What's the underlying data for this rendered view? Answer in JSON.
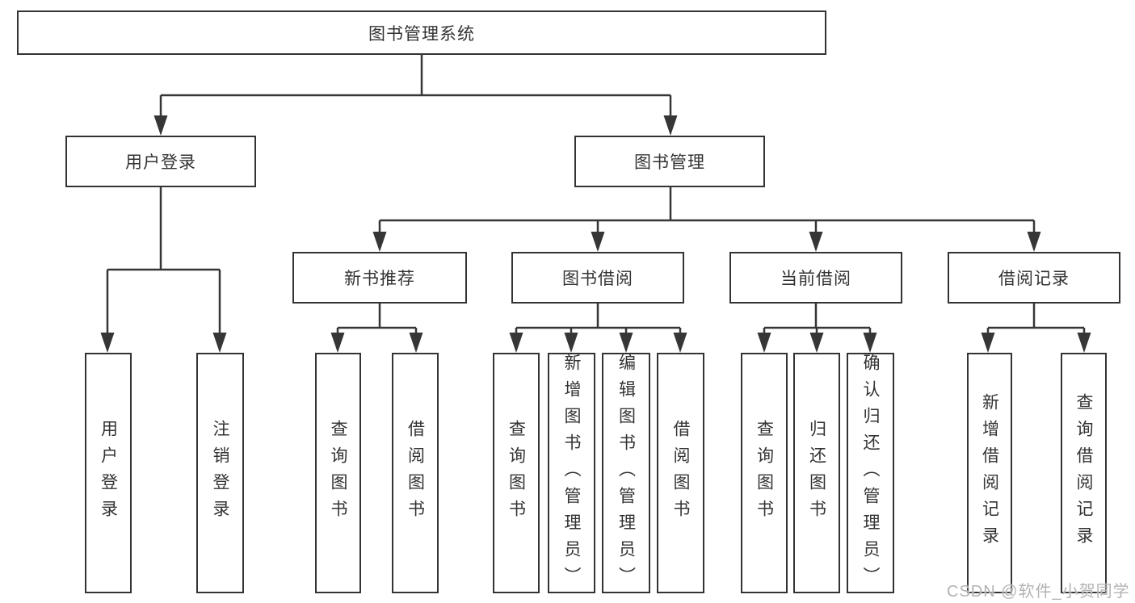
{
  "tree": {
    "root": "图书管理系统",
    "level2": [
      "用户登录",
      "图书管理"
    ],
    "level3": [
      "新书推荐",
      "图书借阅",
      "当前借阅",
      "借阅记录"
    ],
    "leaves": [
      "用户登录",
      "注销登录",
      "查询图书",
      "借阅图书",
      "查询图书",
      "新增图书（管理员）",
      "编辑图书（管理员）",
      "借阅图书",
      "查询图书",
      "归还图书",
      "确认归还（管理员）",
      "新增借阅记录",
      "查询借阅记录"
    ]
  },
  "watermark": "CSDN @软件_小贺同学",
  "colors": {
    "line": "#363636",
    "border": "#333333",
    "text": "#333333",
    "watermark": "#b3b3b3",
    "background": "#ffffff"
  }
}
